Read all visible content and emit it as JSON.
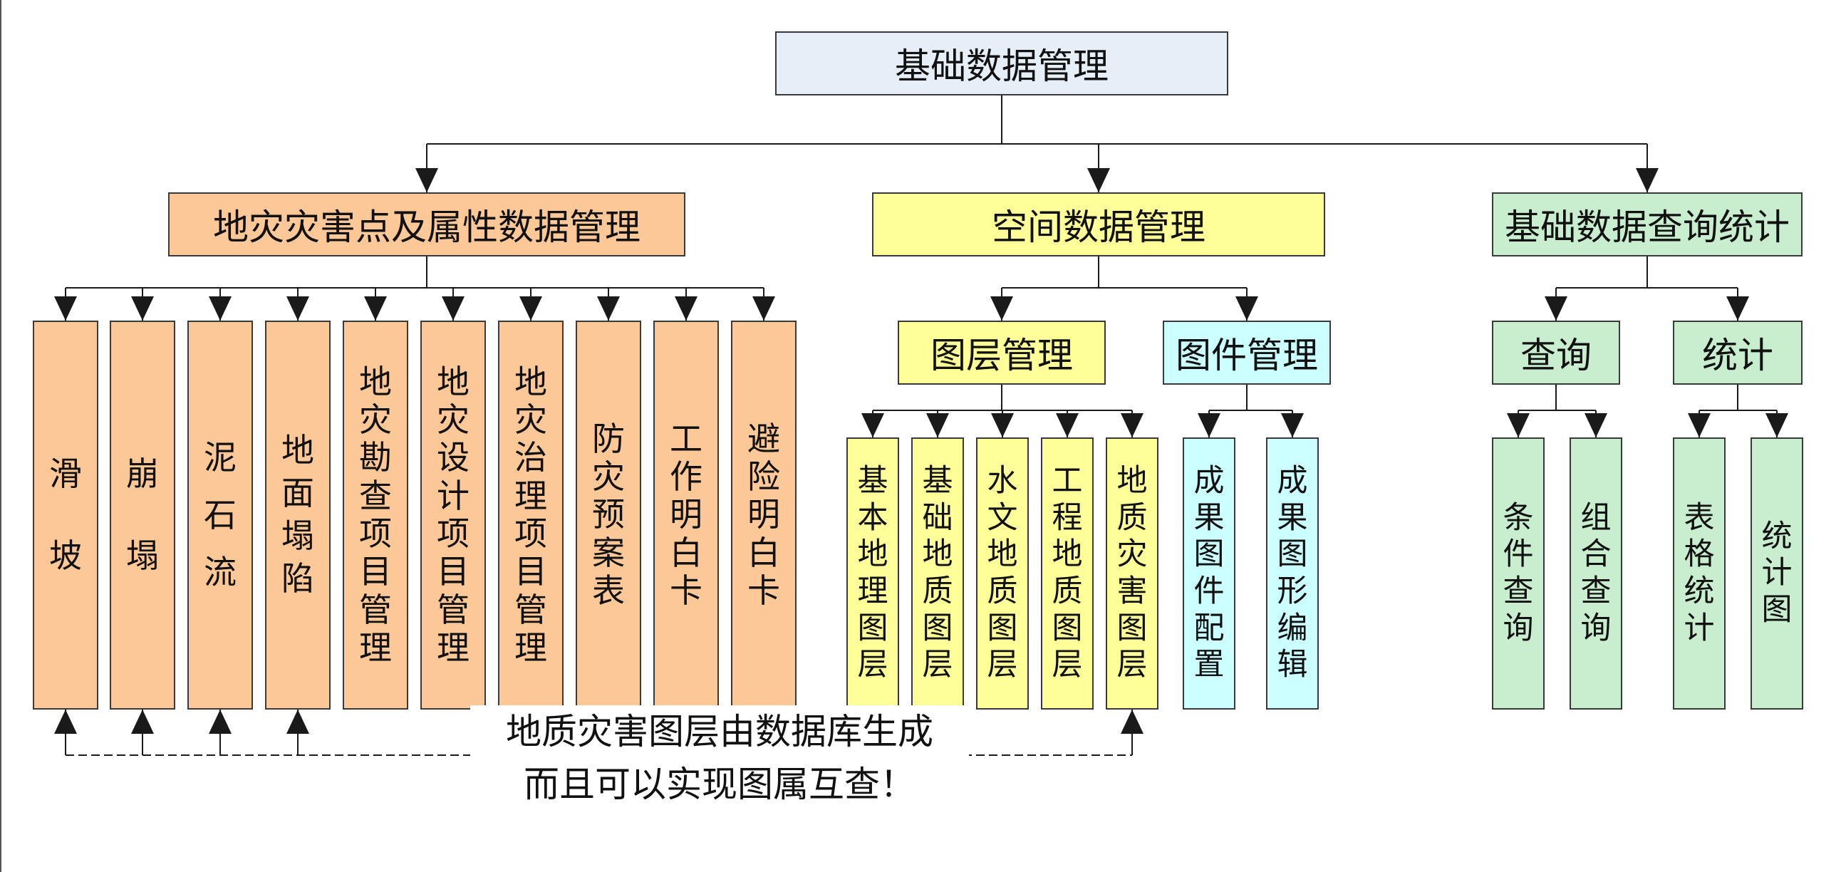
{
  "root": {
    "label": "基础数据管理"
  },
  "groups": [
    {
      "label": "地灾灾害点及属性数据管理",
      "children": [
        {
          "label": "滑\n坡"
        },
        {
          "label": "崩\n塌"
        },
        {
          "label": "泥\n石\n流"
        },
        {
          "label": "地\n面\n塌\n陷"
        },
        {
          "label": "地灾勘查项目管理"
        },
        {
          "label": "地灾设计项目管理"
        },
        {
          "label": "地灾治理项目管理"
        },
        {
          "label": "防灾预案表"
        },
        {
          "label": "工作明白卡"
        },
        {
          "label": "避险明白卡"
        }
      ]
    },
    {
      "label": "空间数据管理",
      "subgroups": [
        {
          "label": "图层管理",
          "children": [
            {
              "label": "基本地理图层"
            },
            {
              "label": "基础地质图层"
            },
            {
              "label": "水文地质图层"
            },
            {
              "label": "工程地质图层"
            },
            {
              "label": "地质灾害图层"
            }
          ]
        },
        {
          "label": "图件管理",
          "children": [
            {
              "label": "成果图件配置"
            },
            {
              "label": "成果图形编辑"
            }
          ]
        }
      ]
    },
    {
      "label": "基础数据查询统计",
      "subgroups": [
        {
          "label": "查询",
          "children": [
            {
              "label": "条件查询"
            },
            {
              "label": "组合查询"
            }
          ]
        },
        {
          "label": "统计",
          "children": [
            {
              "label": "表格统计"
            },
            {
              "label": "统计图"
            }
          ]
        }
      ]
    }
  ],
  "note": {
    "line1": "地质灾害图层由数据库生成",
    "line2": "而且可以实现图属互查！"
  },
  "colors": {
    "root": "#e6eef8",
    "disaster": "#fdc898",
    "layer": "#ffff99",
    "figure": "#ccffff",
    "query": "#c8eecf",
    "line": "#1a1a1a"
  }
}
